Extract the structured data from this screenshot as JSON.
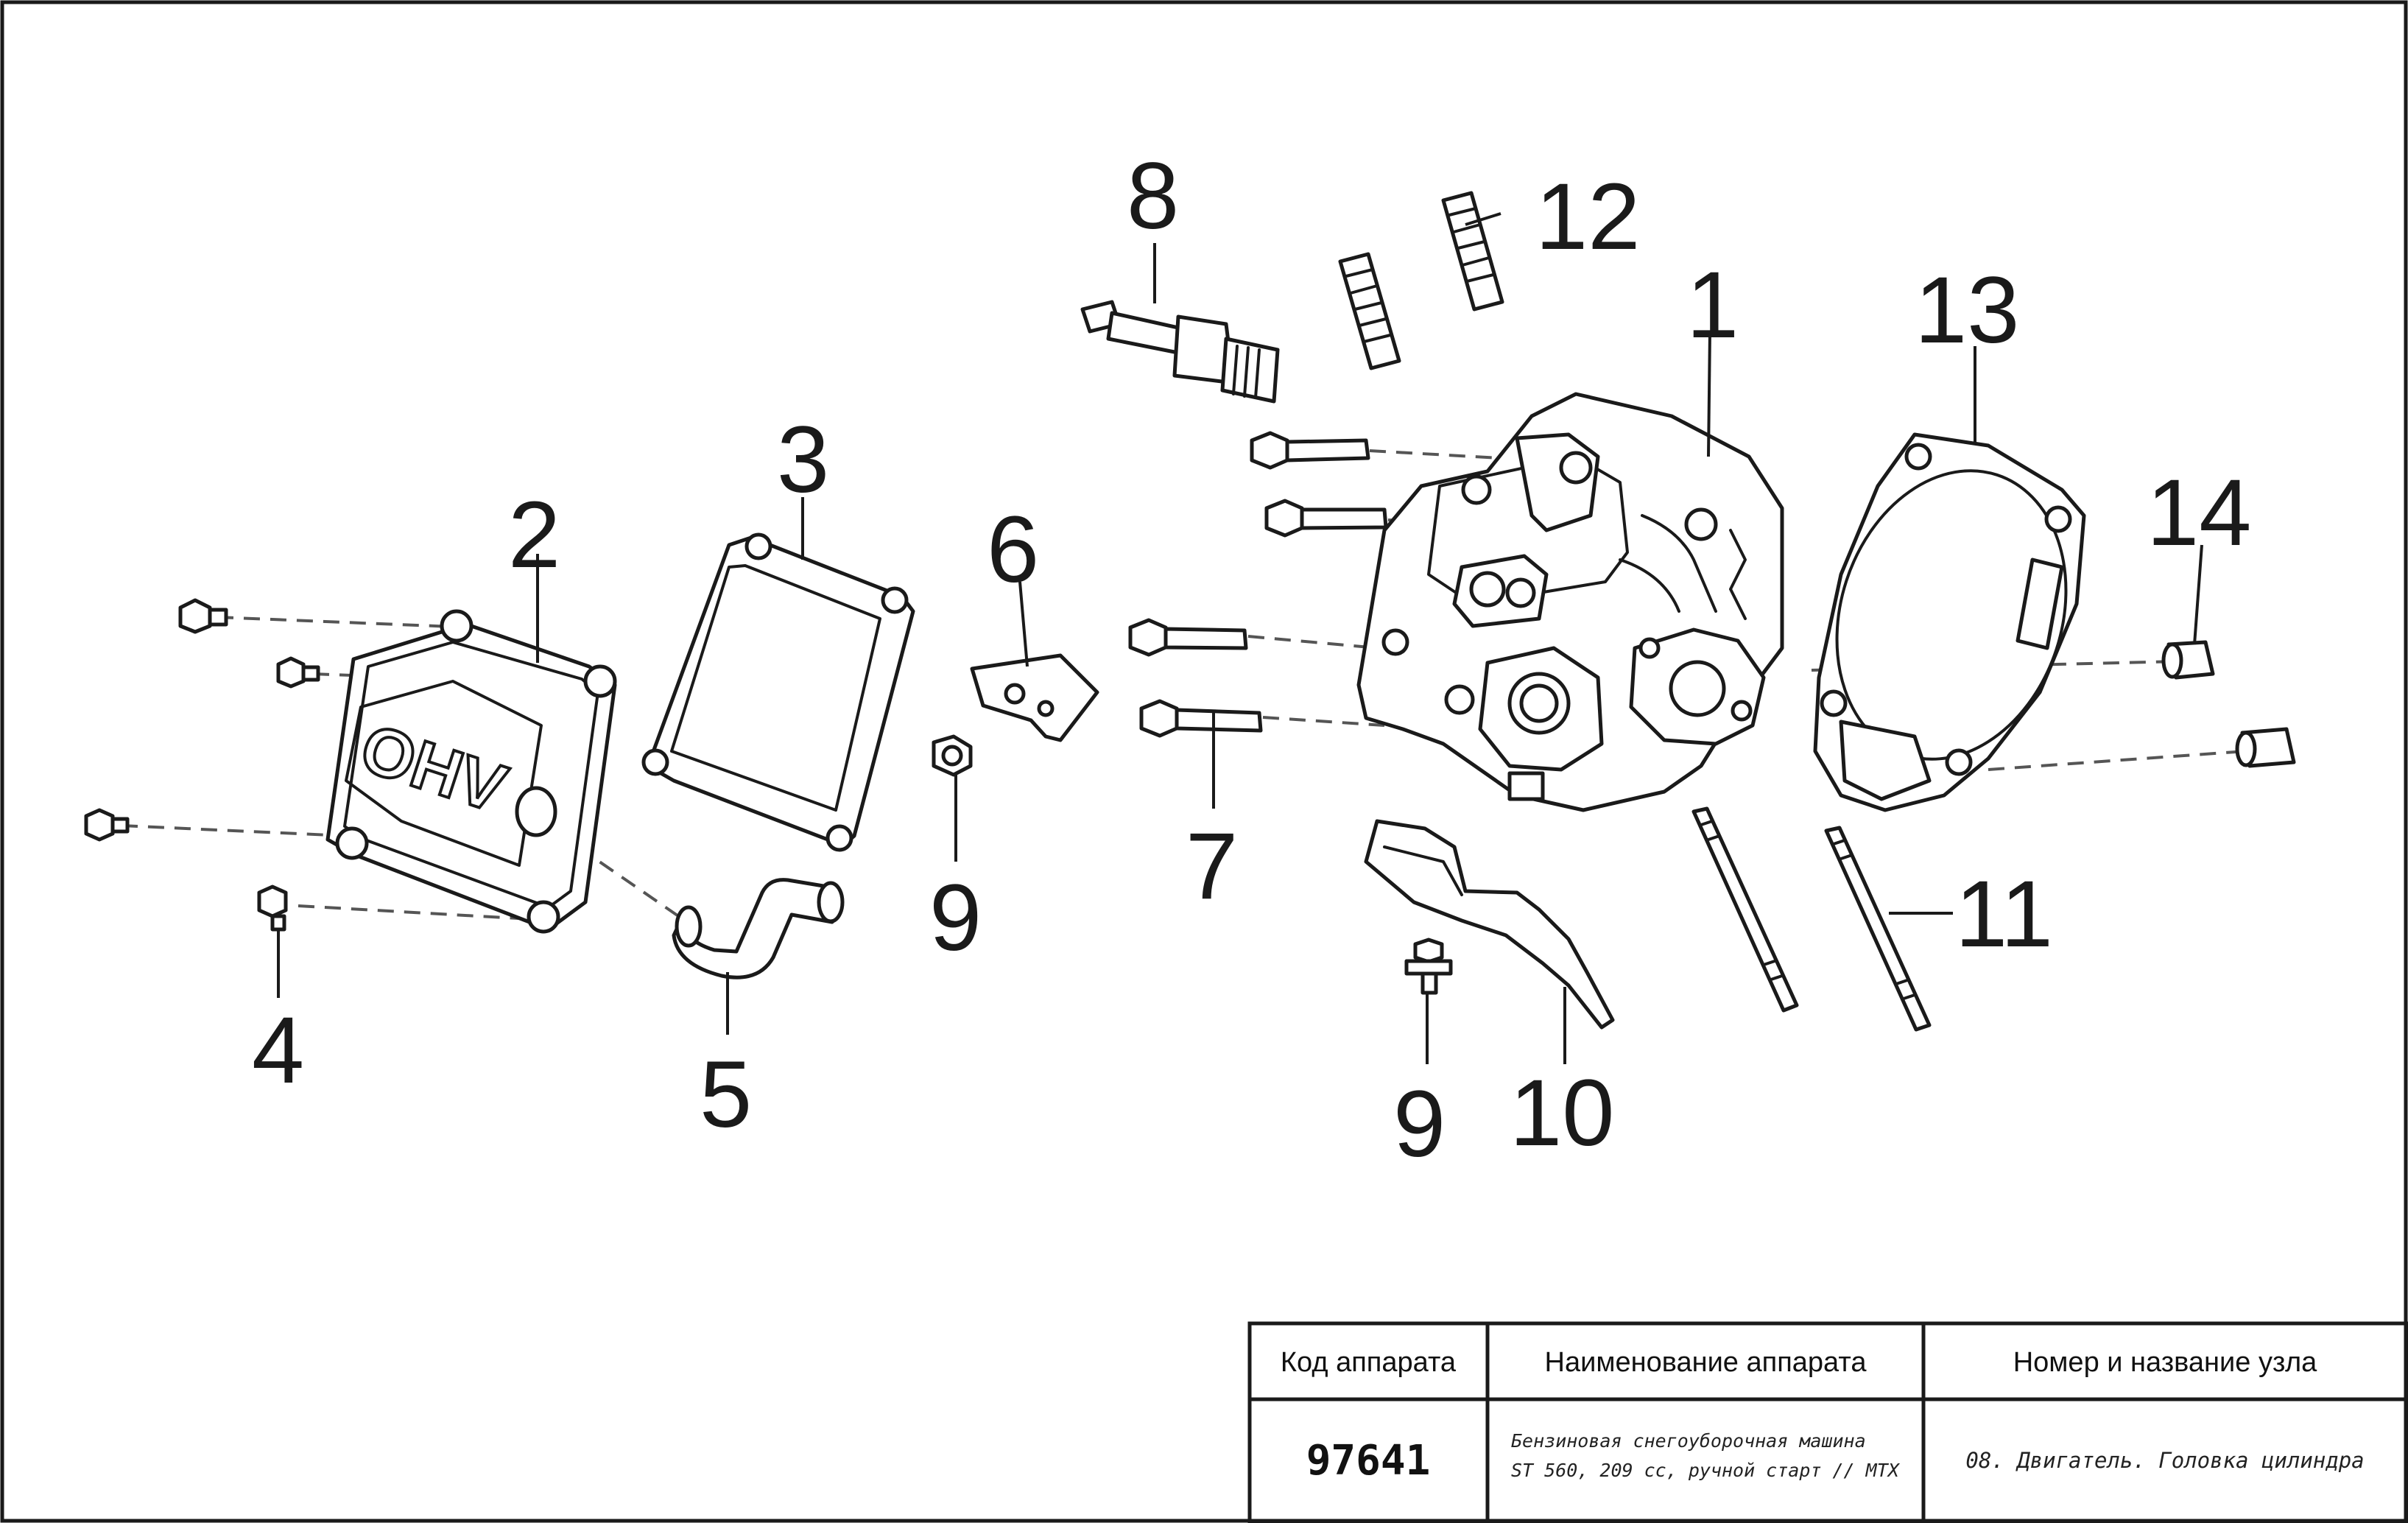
{
  "diagram": {
    "callouts": [
      {
        "id": "1",
        "label": "1"
      },
      {
        "id": "2",
        "label": "2"
      },
      {
        "id": "3",
        "label": "3"
      },
      {
        "id": "4",
        "label": "4"
      },
      {
        "id": "5",
        "label": "5"
      },
      {
        "id": "6",
        "label": "6"
      },
      {
        "id": "7",
        "label": "7"
      },
      {
        "id": "8",
        "label": "8"
      },
      {
        "id": "9a",
        "label": "9"
      },
      {
        "id": "9b",
        "label": "9"
      },
      {
        "id": "10",
        "label": "10"
      },
      {
        "id": "11",
        "label": "11"
      },
      {
        "id": "12",
        "label": "12"
      },
      {
        "id": "13",
        "label": "13"
      },
      {
        "id": "14",
        "label": "14"
      }
    ],
    "cover_emboss": "OHV"
  },
  "title_block": {
    "headers": {
      "code": "Код аппарата",
      "name": "Наименование аппарата",
      "node": "Номер и название узла"
    },
    "code_value": "97641",
    "name_line1": "Бензиновая снегоуборочная машина",
    "name_line2": "ST 560, 209 cc, ручной старт // MTX",
    "node_value": "08. Двигатель. Головка цилиндра"
  }
}
